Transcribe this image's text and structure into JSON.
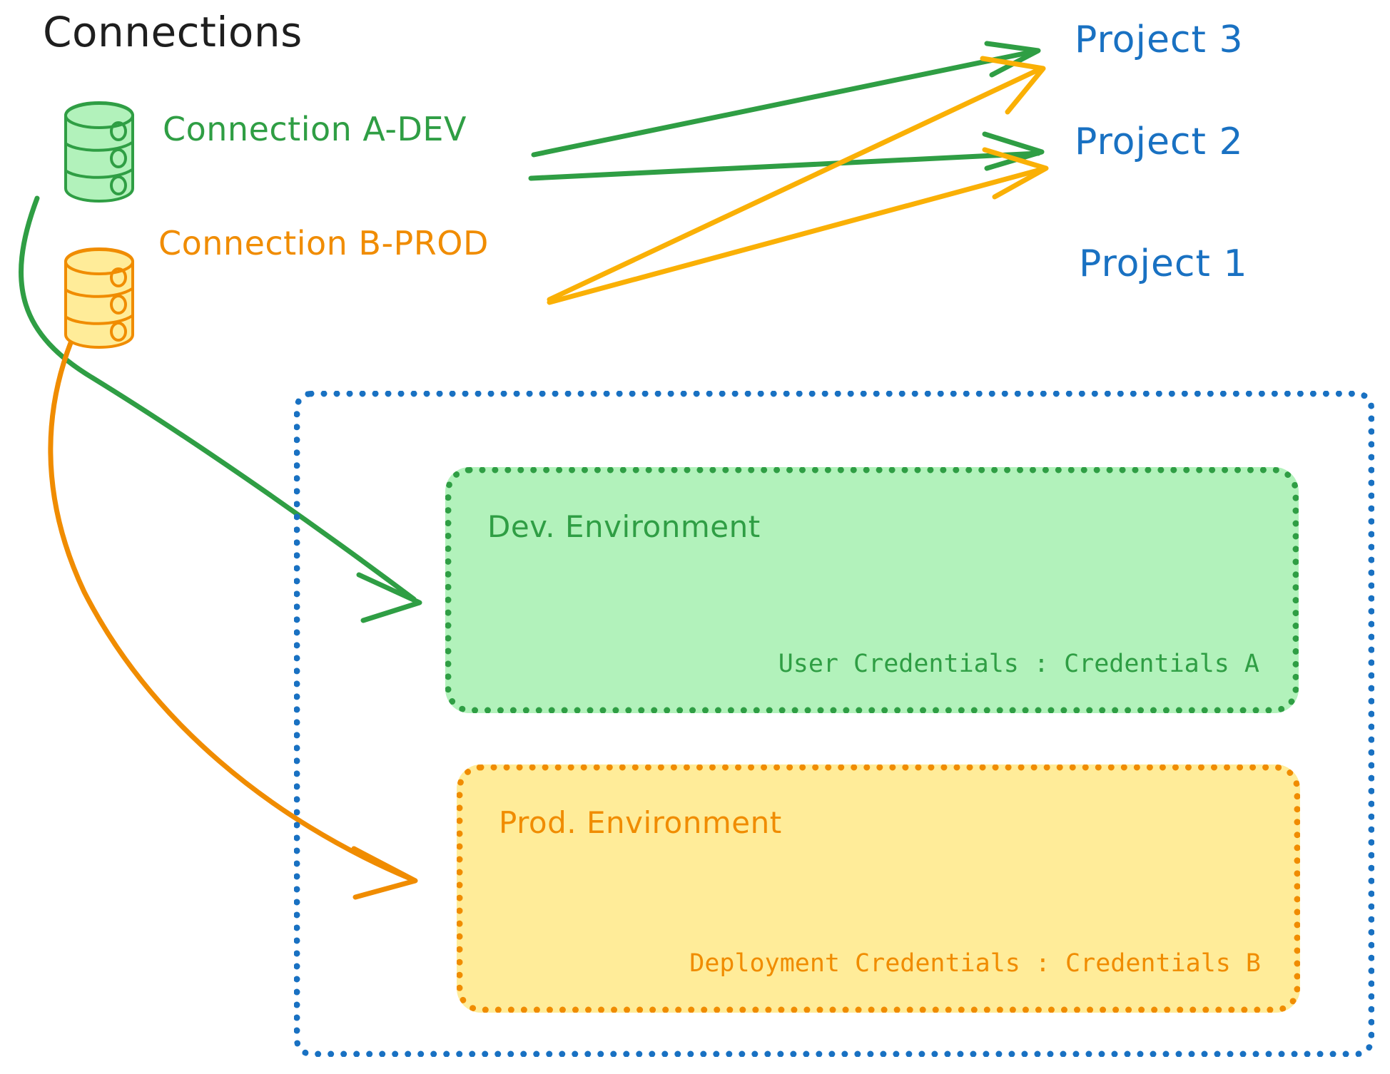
{
  "diagram": {
    "title": "Connections",
    "background": "#ffffff",
    "colors": {
      "green_stroke": "#2f9e44",
      "green_fill": "#b2f2bb",
      "orange_stroke": "#f08c00",
      "orange_fill": "#ffec99",
      "blue_stroke": "#1971c2",
      "title_color": "#1e1e1e"
    }
  },
  "connections": [
    {
      "id": "a-dev",
      "label": "Connection A-DEV",
      "color": "#2f9e44",
      "icon": "database-cylinder-icon"
    },
    {
      "id": "b-prod",
      "label": "Connection B-PROD",
      "color": "#f08c00",
      "icon": "database-cylinder-icon"
    }
  ],
  "projects": [
    {
      "id": "project-3",
      "label": "Project 3",
      "color": "#1971c2"
    },
    {
      "id": "project-2",
      "label": "Project 2",
      "color": "#1971c2"
    },
    {
      "id": "project-1",
      "label": "Project 1",
      "color": "#1971c2"
    }
  ],
  "project1": {
    "label": "Project 1",
    "environments": [
      {
        "id": "dev-environment",
        "title": "Dev. Environment",
        "credentials_label": "User Credentials",
        "credentials_value": "Credentials A",
        "credentials_line": "User Credentials : Credentials A",
        "fill": "#b2f2bb",
        "stroke": "#2f9e44"
      },
      {
        "id": "prod-environment",
        "title": "Prod. Environment",
        "credentials_label": "Deployment Credentials",
        "credentials_value": "Credentials B",
        "credentials_line": "Deployment Credentials : Credentials B",
        "fill": "#ffec99",
        "stroke": "#f08c00"
      }
    ]
  },
  "edges": [
    {
      "id": "a-dev-to-project-3",
      "from": "Connection A-DEV",
      "to": "Project 3",
      "color": "#2f9e44",
      "style": "straight-arrow"
    },
    {
      "id": "a-dev-to-project-2",
      "from": "Connection A-DEV",
      "to": "Project 2",
      "color": "#2f9e44",
      "style": "straight-arrow"
    },
    {
      "id": "b-prod-to-project-3",
      "from": "Connection B-PROD",
      "to": "Project 3",
      "color": "#f08c00",
      "style": "straight-arrow"
    },
    {
      "id": "b-prod-to-project-2",
      "from": "Connection B-PROD",
      "to": "Project 2",
      "color": "#f08c00",
      "style": "straight-arrow"
    },
    {
      "id": "a-dev-to-dev-environment",
      "from": "Connection A-DEV",
      "to": "Dev. Environment",
      "color": "#2f9e44",
      "style": "curved-arrow"
    },
    {
      "id": "b-prod-to-prod-environment",
      "from": "Connection B-PROD",
      "to": "Prod. Environment",
      "color": "#f08c00",
      "style": "curved-arrow"
    }
  ]
}
